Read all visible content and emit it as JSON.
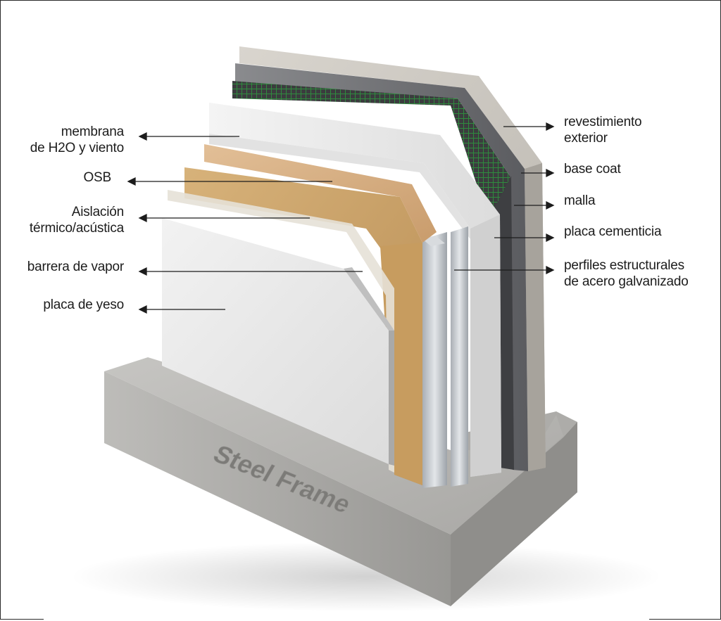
{
  "labels_left": [
    {
      "id": "membrana",
      "lines": [
        "membrana",
        "de H2O y viento"
      ]
    },
    {
      "id": "osb",
      "lines": [
        "OSB"
      ]
    },
    {
      "id": "aislacion",
      "lines": [
        "Aislación",
        "térmico/acústica"
      ]
    },
    {
      "id": "barrera",
      "lines": [
        "barrera de vapor"
      ]
    },
    {
      "id": "yeso",
      "lines": [
        "placa de yeso"
      ]
    }
  ],
  "labels_right": [
    {
      "id": "revestimiento",
      "lines": [
        "revestimiento",
        "exterior"
      ]
    },
    {
      "id": "basecoat",
      "lines": [
        "base coat"
      ]
    },
    {
      "id": "malla",
      "lines": [
        "malla"
      ]
    },
    {
      "id": "cementicia",
      "lines": [
        "placa cementicia"
      ]
    },
    {
      "id": "perfiles",
      "lines": [
        "perfiles estructurales",
        "de acero galvanizado"
      ]
    }
  ],
  "base_text": "Steel Frame",
  "colors": {
    "render": "#cfcbc4",
    "basecoat": "#7d7d7f",
    "mesh": "#2f7a3a",
    "eps": "#eeeeee",
    "osb": "#dcb487",
    "wool": "#c9a066",
    "vapor": "#e7e2da",
    "drywall": "#ededed",
    "steel": "#c6cbd0",
    "concrete": "#b5b4b1"
  }
}
